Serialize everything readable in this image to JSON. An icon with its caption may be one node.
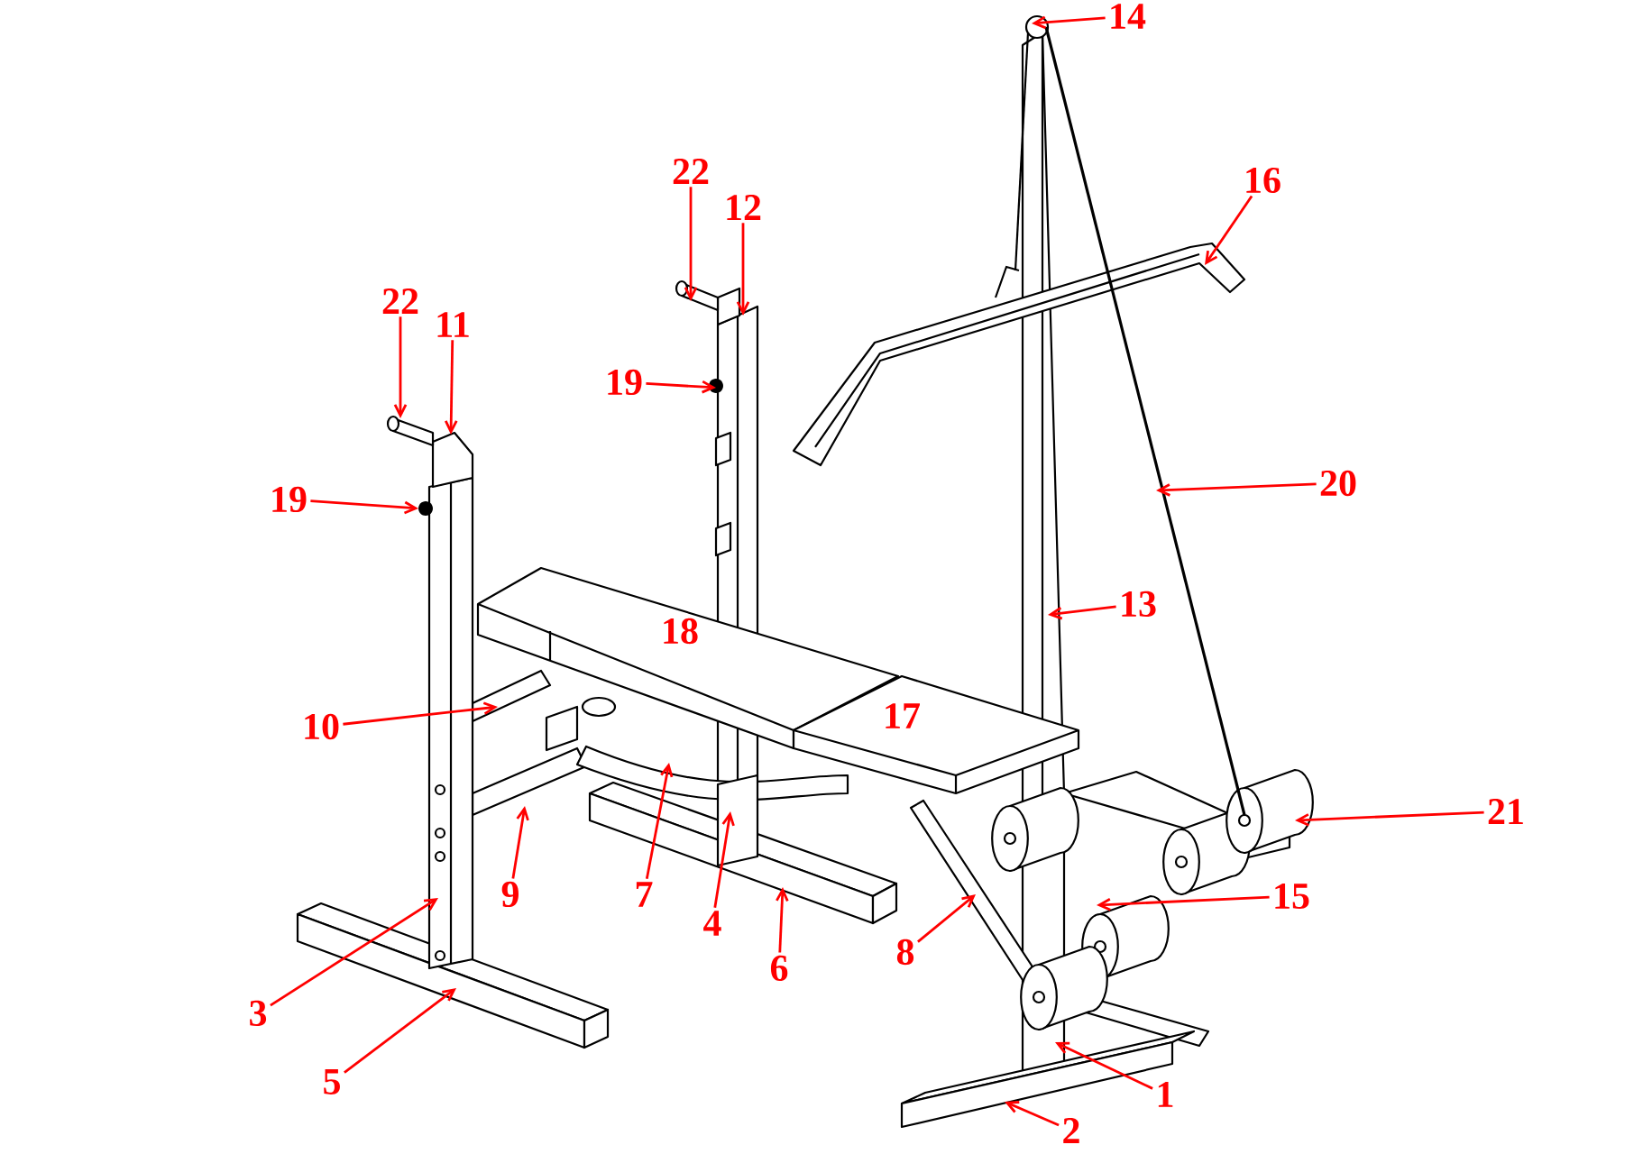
{
  "diagram": {
    "nodes": [
      {
        "text": [
          "14"
        ]
      },
      {
        "text": [
          "22"
        ]
      },
      {
        "text": [
          "16"
        ]
      },
      {
        "text": [
          "12"
        ]
      },
      {
        "text": [
          "22"
        ]
      },
      {
        "text": [
          "11"
        ]
      },
      {
        "text": [
          "19"
        ]
      },
      {
        "text": [
          "20"
        ]
      },
      {
        "text": [
          "19"
        ]
      },
      {
        "text": [
          "13"
        ]
      },
      {
        "text": [
          "10"
        ]
      },
      {
        "text": [
          "21"
        ]
      },
      {
        "text": [
          "9"
        ]
      },
      {
        "text": [
          "7"
        ]
      },
      {
        "text": [
          "15"
        ]
      },
      {
        "text": [
          "4"
        ]
      },
      {
        "text": [
          "8"
        ]
      },
      {
        "text": [
          "6"
        ]
      },
      {
        "text": [
          "3"
        ]
      },
      {
        "text": [
          "5"
        ]
      },
      {
        "text": [
          "1"
        ]
      },
      {
        "text": [
          "2"
        ]
      }
    ],
    "edges": [
      {
        "from": 0,
        "to": null,
        "arrow": "to"
      },
      {
        "from": 1,
        "to": null,
        "arrow": "to"
      },
      {
        "from": 2,
        "to": null,
        "arrow": "to"
      },
      {
        "from": 3,
        "to": null,
        "arrow": "to"
      },
      {
        "from": 4,
        "to": null,
        "arrow": "to"
      },
      {
        "from": 5,
        "to": null,
        "arrow": "to"
      },
      {
        "from": 6,
        "to": null,
        "arrow": "to"
      },
      {
        "from": 7,
        "to": null,
        "arrow": "to"
      },
      {
        "from": 8,
        "to": null,
        "arrow": "to"
      },
      {
        "from": 9,
        "to": null,
        "arrow": "to"
      },
      {
        "from": 10,
        "to": null,
        "arrow": "to"
      },
      {
        "from": 11,
        "to": null,
        "arrow": "to"
      },
      {
        "from": 12,
        "to": null,
        "arrow": "to"
      },
      {
        "from": 13,
        "to": null,
        "arrow": "to"
      },
      {
        "from": 14,
        "to": null,
        "arrow": "to"
      },
      {
        "from": 15,
        "to": null,
        "arrow": "to"
      },
      {
        "from": 16,
        "to": null,
        "arrow": "to"
      },
      {
        "from": 17,
        "to": null,
        "arrow": "to"
      },
      {
        "from": 18,
        "to": null,
        "arrow": "to"
      },
      {
        "from": 19,
        "to": null,
        "arrow": "to"
      },
      {
        "from": 20,
        "to": null,
        "arrow": "to"
      },
      {
        "from": 21,
        "to": null,
        "arrow": "to"
      }
    ],
    "labels": [
      "18",
      "17"
    ]
  }
}
